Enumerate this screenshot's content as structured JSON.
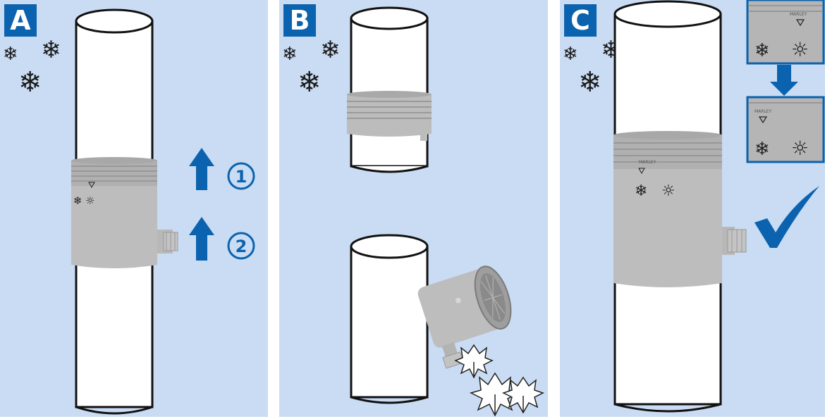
{
  "panels": [
    {
      "id": "A",
      "label": "A"
    },
    {
      "id": "B",
      "label": "B"
    },
    {
      "id": "C",
      "label": "C"
    }
  ],
  "step_numbers": [
    "1",
    "2"
  ],
  "brand_stamp": "MARLEY",
  "colors": {
    "panel_bg": "#c9dcf3",
    "accent_blue": "#0b62ae",
    "pipe_fill": "#ffffff",
    "pipe_outline": "#111111",
    "collector_grey": "#bdbdbd"
  },
  "icons": [
    "snowflake-icon",
    "sun-icon",
    "up-arrow-icon",
    "down-arrow-icon",
    "checkmark-icon",
    "maple-leaf-icon",
    "triangle-marker-icon"
  ]
}
